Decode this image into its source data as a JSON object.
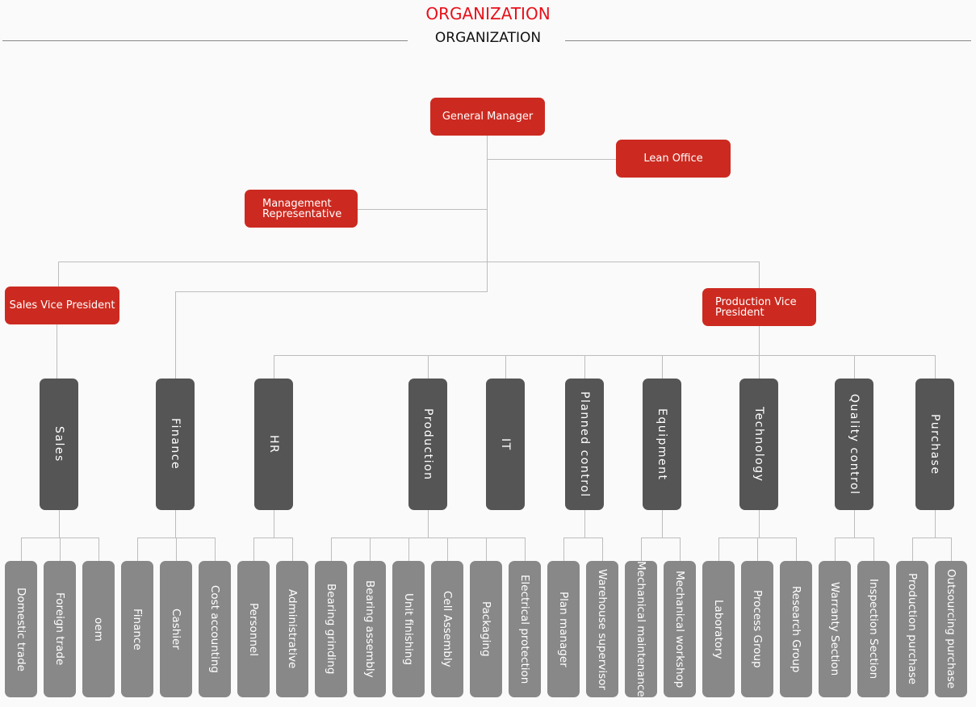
{
  "header": {
    "title": "ORGANIZATION",
    "subtitle": "ORGANIZATION"
  },
  "top": {
    "general_manager": "General Manager",
    "lean_office": "Lean Office",
    "management_rep": "Management Representative",
    "sales_vp": "Sales Vice President",
    "production_vp": "Production Vice President"
  },
  "colors": {
    "executive": "#cc2a20",
    "department": "#555555",
    "section": "#888888",
    "title": "#e8101a"
  },
  "departments": [
    {
      "name": "Sales",
      "children": [
        "Domestic trade",
        "Foreign trade",
        "oem"
      ]
    },
    {
      "name": "Finance",
      "children": [
        "Finance",
        "Cashier",
        "Cost accounting"
      ]
    },
    {
      "name": "HR",
      "children": [
        "Personnel",
        "Administrative"
      ]
    },
    {
      "name": "Production",
      "children": [
        "Bearing grinding",
        "Bearing assembly",
        "Unit finishing",
        "Cell Assembly",
        "Packaging",
        "Electrical protection"
      ]
    },
    {
      "name": "IT",
      "children": []
    },
    {
      "name": "Planned control",
      "children": [
        "Plan manager",
        "Warehouse supervisor"
      ]
    },
    {
      "name": "Equipment",
      "children": [
        "Mechanical maintenance",
        "Mechanical workshop"
      ]
    },
    {
      "name": "Technology",
      "children": [
        "Laboratory",
        "Process Group",
        "Research Group"
      ]
    },
    {
      "name": "Quality control",
      "children": [
        "Warranty Section",
        "Inspection Section"
      ]
    },
    {
      "name": "Purchase",
      "children": [
        "Production purchase",
        "Outsourcing purchase"
      ]
    }
  ]
}
